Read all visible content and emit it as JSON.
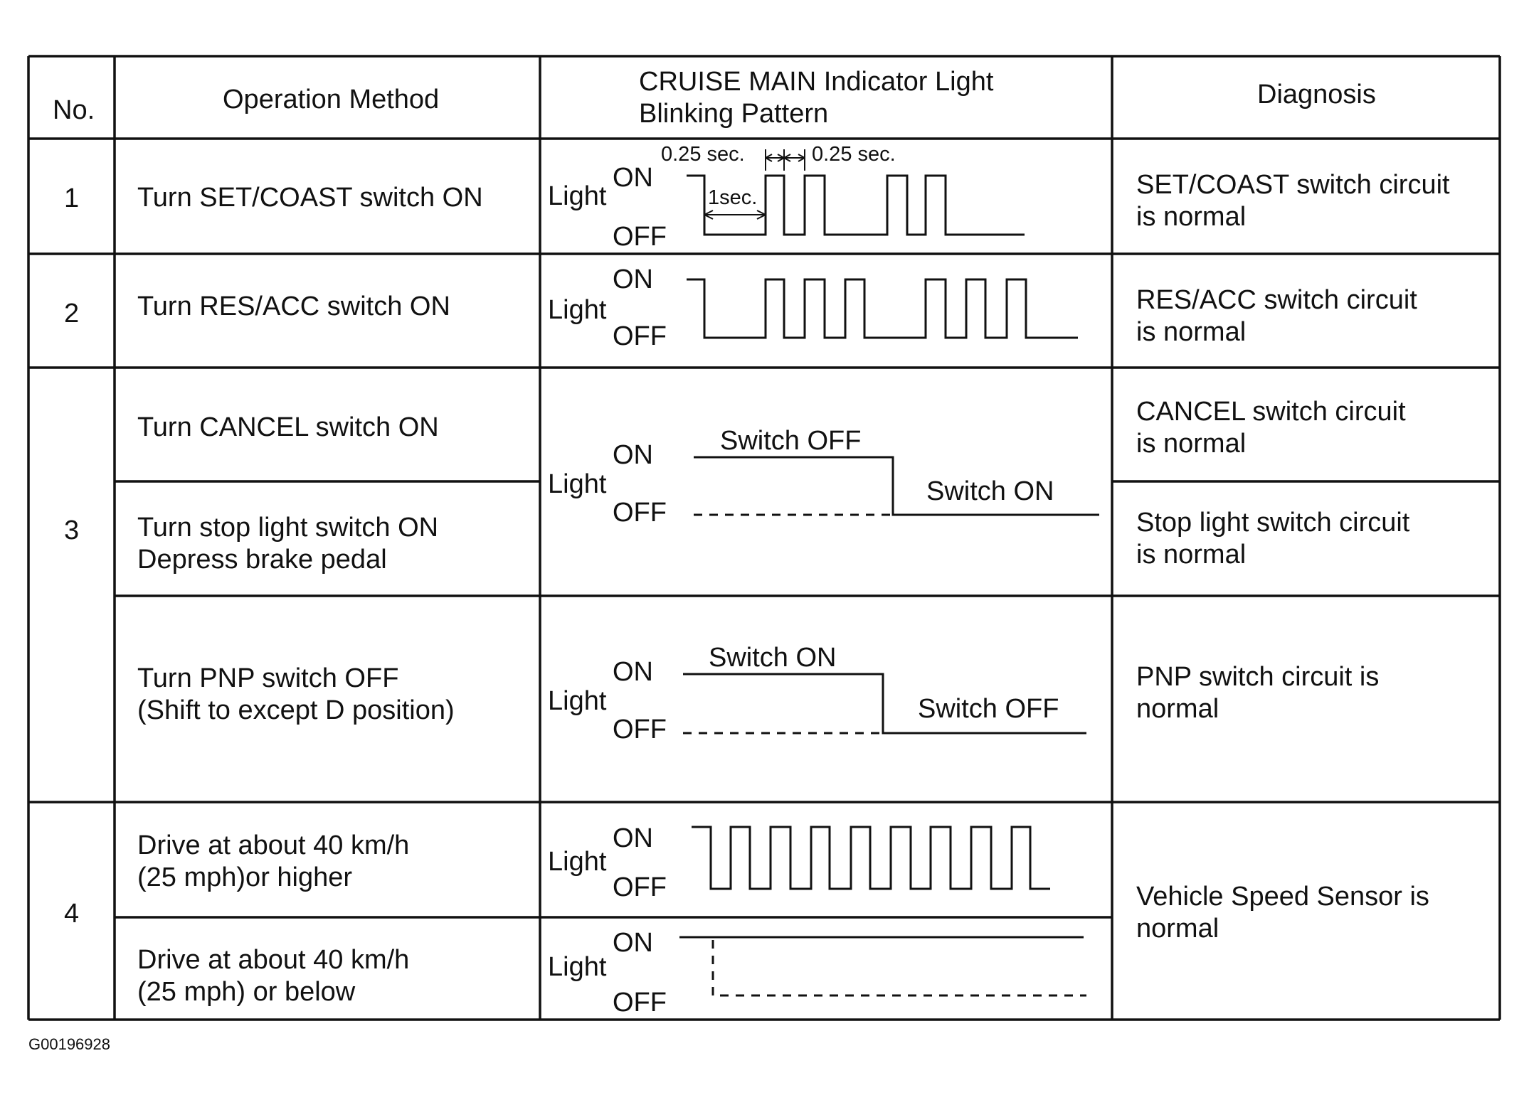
{
  "headers": {
    "no": "No.",
    "method": "Operation Method",
    "pattern_line1": "CRUISE MAIN Indicator Light",
    "pattern_line2": "Blinking Pattern",
    "diagnosis": "Diagnosis"
  },
  "labels": {
    "light": "Light",
    "on": "ON",
    "off": "OFF"
  },
  "rows": [
    {
      "no": "1",
      "method": [
        "Turn SET/COAST switch ON"
      ],
      "diagnosis": [
        "SET/COAST switch circuit",
        "is normal"
      ],
      "pattern": {
        "type": "pulse-train",
        "pulses_per_group": 2,
        "groups": 2,
        "t1": "0.25 sec.",
        "t2": "0.25 sec.",
        "gap": "1sec."
      }
    },
    {
      "no": "2",
      "method": [
        "Turn RES/ACC switch ON"
      ],
      "diagnosis": [
        "RES/ACC switch circuit",
        "is normal"
      ],
      "pattern": {
        "type": "pulse-train",
        "pulses_per_group": 3,
        "groups": 2
      }
    },
    {
      "no": "3",
      "method": [
        "Turn CANCEL switch ON"
      ],
      "diagnosis": [
        "CANCEL switch circuit",
        "is normal"
      ],
      "pattern": {
        "type": "step",
        "before": "Switch OFF",
        "after": "Switch ON"
      }
    },
    {
      "no": "",
      "method": [
        "Turn stop light switch ON",
        "Depress brake pedal"
      ],
      "diagnosis": [
        "Stop light switch circuit",
        "is normal"
      ]
    },
    {
      "no": "",
      "method": [
        "Turn PNP switch OFF",
        "(Shift to except D position)"
      ],
      "diagnosis": [
        "PNP switch circuit is",
        "normal"
      ],
      "pattern": {
        "type": "step",
        "before": "Switch ON",
        "after": "Switch OFF"
      }
    },
    {
      "no": "4",
      "method": [
        "Drive at about 40 km/h",
        "(25 mph)or higher"
      ],
      "diagnosis": [
        "Vehicle Speed Sensor is",
        "normal"
      ],
      "pattern": {
        "type": "continuous-blink",
        "pulses": 9
      }
    },
    {
      "no": "",
      "method": [
        "Drive at about 40 km/h",
        "(25 mph) or below"
      ],
      "pattern": {
        "type": "steady-on"
      }
    }
  ],
  "figure_code": "G00196928"
}
